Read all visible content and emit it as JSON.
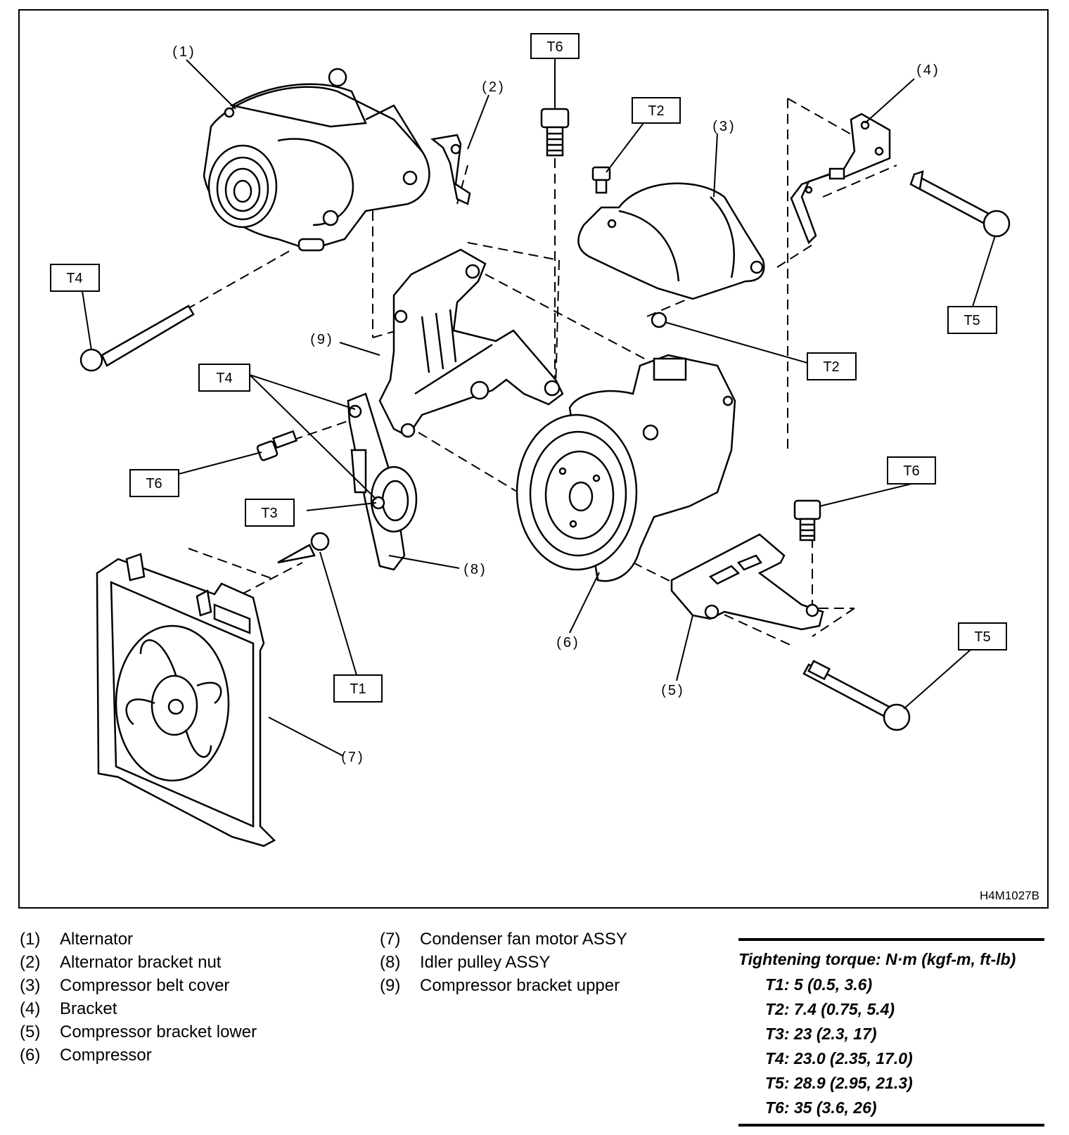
{
  "figure": {
    "code": "H4M1027B",
    "callouts": {
      "c1": "(1)",
      "c2": "(2)",
      "c3": "(3)",
      "c4": "(4)",
      "c5": "(5)",
      "c6": "(6)",
      "c7": "(7)",
      "c8": "(8)",
      "c9": "(9)"
    },
    "torque_tags": {
      "t6_top": "T6",
      "t2_top": "T2",
      "t4_left": "T4",
      "t5_right": "T5",
      "t2_right": "T2",
      "t4_mid": "T4",
      "t6_mid": "T6",
      "t3": "T3",
      "t6_right": "T6",
      "t1": "T1",
      "t5_bottom": "T5"
    }
  },
  "legend": {
    "items": [
      {
        "num": "(1)",
        "label": "Alternator"
      },
      {
        "num": "(2)",
        "label": "Alternator bracket nut"
      },
      {
        "num": "(3)",
        "label": "Compressor belt cover"
      },
      {
        "num": "(4)",
        "label": "Bracket"
      },
      {
        "num": "(5)",
        "label": "Compressor bracket lower"
      },
      {
        "num": "(6)",
        "label": "Compressor"
      },
      {
        "num": "(7)",
        "label": "Condenser fan motor ASSY"
      },
      {
        "num": "(8)",
        "label": "Idler pulley ASSY"
      },
      {
        "num": "(9)",
        "label": "Compressor bracket upper"
      }
    ]
  },
  "torque": {
    "title": "Tightening torque: N·m (kgf-m, ft-lb)",
    "values": [
      "T1: 5 (0.5, 3.6)",
      "T2: 7.4 (0.75, 5.4)",
      "T3: 23 (2.3, 17)",
      "T4: 23.0 (2.35, 17.0)",
      "T5: 28.9 (2.95, 21.3)",
      "T6: 35 (3.6, 26)"
    ]
  }
}
